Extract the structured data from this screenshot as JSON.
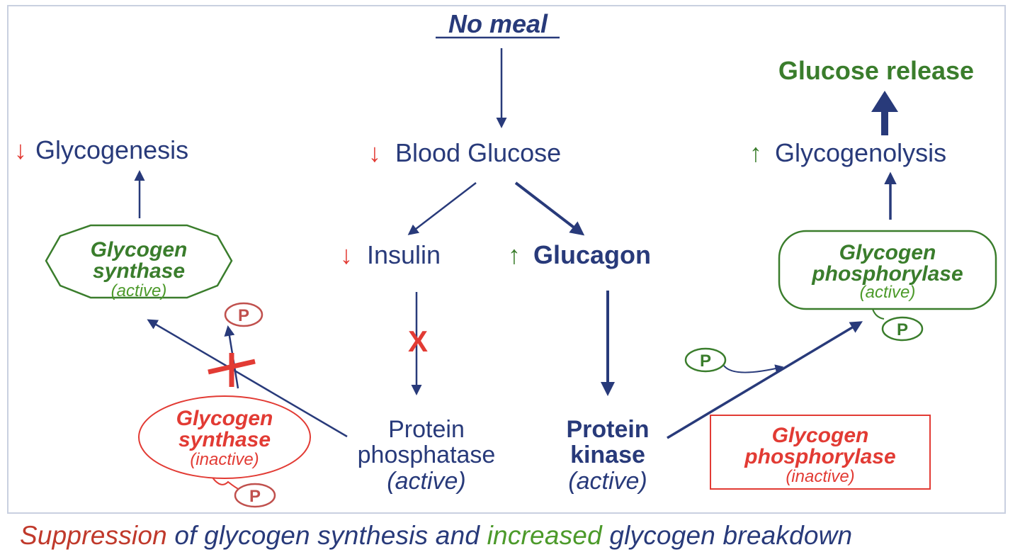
{
  "diagram": {
    "title": "No meal",
    "blood_glucose": {
      "arrow": "↓",
      "label": "Blood Glucose"
    },
    "insulin": {
      "arrow": "↓",
      "label": "Insulin"
    },
    "glucagon": {
      "arrow": "↑",
      "label": "Glucagon"
    },
    "glycogenesis": {
      "arrow": "↓",
      "label": "Glycogenesis"
    },
    "glycogenolysis": {
      "arrow": "↑",
      "label": "Glycogenolysis"
    },
    "glucose_release": "Glucose release",
    "synthase_active": {
      "line1": "Glycogen",
      "line2": "synthase",
      "state": "(active)"
    },
    "synthase_inactive": {
      "line1": "Glycogen",
      "line2": "synthase",
      "state": "(inactive)"
    },
    "phosphorylase_active": {
      "line1": "Glycogen",
      "line2": "phosphorylase",
      "state": "(active)"
    },
    "phosphorylase_inactive": {
      "line1": "Glycogen",
      "line2": "phosphorylase",
      "state": "(inactive)"
    },
    "phosphatase": {
      "line1": "Protein",
      "line2": "phosphatase",
      "state": "(active)"
    },
    "kinase": {
      "line1": "Protein",
      "line2": "kinase",
      "state": "(active)"
    },
    "block_mark": "X",
    "phosphate": "P"
  },
  "caption": {
    "part1": "Suppression",
    "part2": " of glycogen synthesis and ",
    "part3": "increased",
    "part4": " glycogen breakdown"
  },
  "colors": {
    "navy": "#283a7a",
    "red": "#e23b34",
    "green": "#3a7d2c"
  }
}
